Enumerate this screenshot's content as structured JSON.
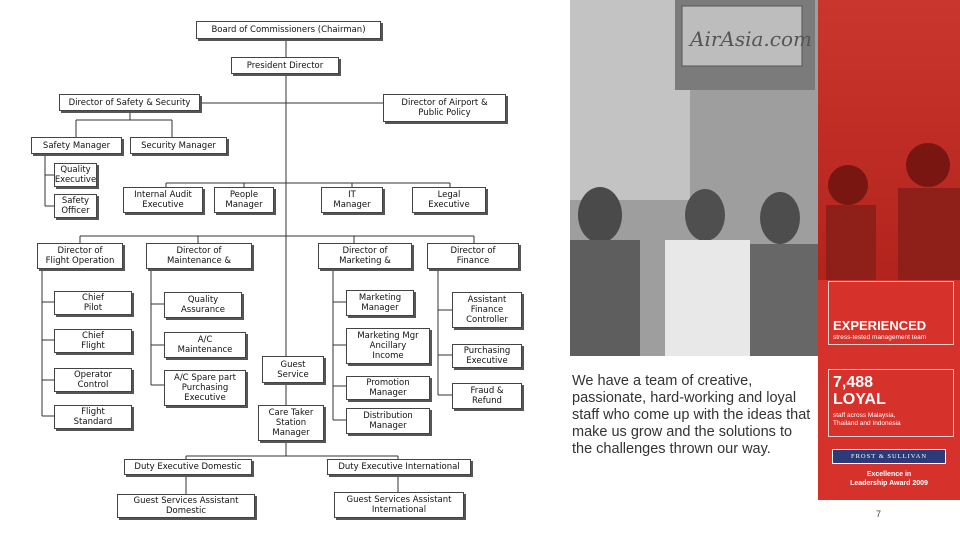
{
  "org": {
    "board": "Board of Commissioners (Chairman)",
    "president": "President Director",
    "dir_safety": "Director of Safety & Security",
    "dir_airport": "Director of Airport &\nPublic Policy",
    "safety_manager": "Safety Manager",
    "security_manager": "Security Manager",
    "quality_executive": "Quality\nExecutive",
    "safety_officer": "Safety\nOfficer",
    "internal_audit": "Internal Audit\nExecutive",
    "people_manager": "People\nManager",
    "it_manager": "IT\nManager",
    "legal_executive": "Legal\nExecutive",
    "dir_flight": "Director of\nFlight Operation",
    "dir_maintenance": "Director of\nMaintenance &",
    "dir_marketing": "Director of\nMarketing &",
    "dir_finance": "Director of\nFinance",
    "chief_pilot": "Chief\nPilot",
    "chief_flight": "Chief\nFlight",
    "operator_control": "Operator\nControl",
    "flight_standard": "Flight\nStandard",
    "quality_assurance": "Quality\nAssurance",
    "ac_maintenance": "A/C\nMaintenance",
    "ac_spare": "A/C Spare part\nPurchasing\nExecutive",
    "guest_service": "Guest\nService",
    "care_taker": "Care Taker\nStation\nManager",
    "marketing_manager": "Marketing\nManager",
    "marketing_mgr_ancillary": "Marketing Mgr\nAncillary\nIncome",
    "promotion_manager": "Promotion\nManager",
    "distribution_manager": "Distribution\nManager",
    "assistant_finance": "Assistant\nFinance\nController",
    "purchasing_executive": "Purchasing\nExecutive",
    "fraud_refund": "Fraud &\nRefund",
    "duty_domestic": "Duty Executive Domestic",
    "duty_international": "Duty Executive International",
    "gsa_domestic": "Guest Services Assistant\nDomestic",
    "gsa_international": "Guest Services Assistant\nInternational"
  },
  "photo": {
    "signage": "AirAsia.com"
  },
  "panel": {
    "experienced_title": "EXPERIENCED",
    "experienced_sub": "stress-tested management team",
    "loyal_number": "7,488",
    "loyal_word": "LOYAL",
    "loyal_sub": "staff across Malaysia,\nThailand and Indonesia",
    "logo": "FROST & SULLIVAN",
    "award": "Excellence in\nLeadership Award 2009"
  },
  "tagline": "We have a team of creative, passionate, hard-working and loyal staff who come up with the ideas that make us grow and the solutions to the challenges thrown our way.",
  "page_number": "7",
  "colors": {
    "red": "#d6312a",
    "navy": "#2c3a78"
  }
}
